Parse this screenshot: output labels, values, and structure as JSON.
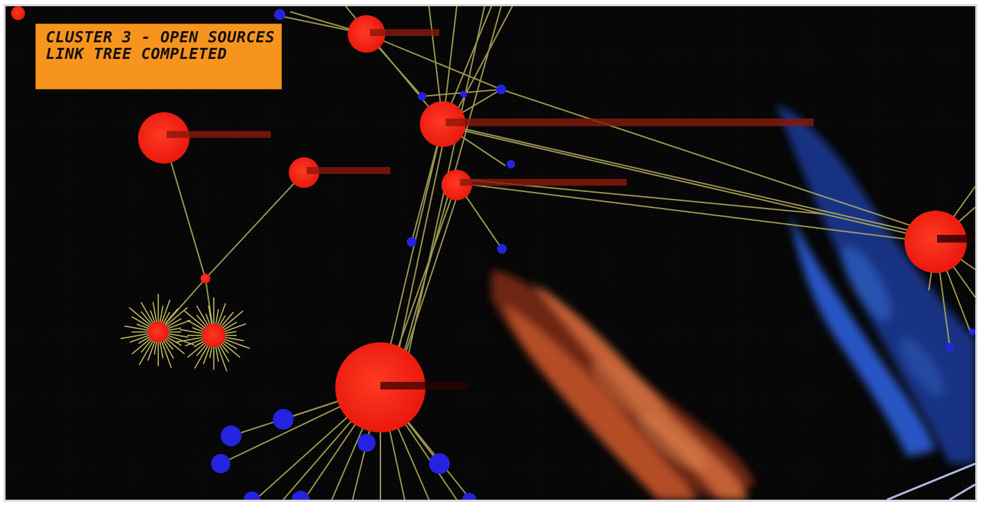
{
  "banner": {
    "text": "Cluster 3 - Open Sources Link Tree Completed"
  },
  "colors": {
    "background": "#050505",
    "banner": "#f7941d",
    "hub_node": "#ff2a1a",
    "leaf_node": "#2323e0",
    "edge": "#b7b060",
    "cloud_orange": "#c8552a",
    "cloud_blue": "#2a5bd8"
  },
  "icons": [
    "red-hub-node",
    "blue-leaf-node",
    "link-edge"
  ]
}
